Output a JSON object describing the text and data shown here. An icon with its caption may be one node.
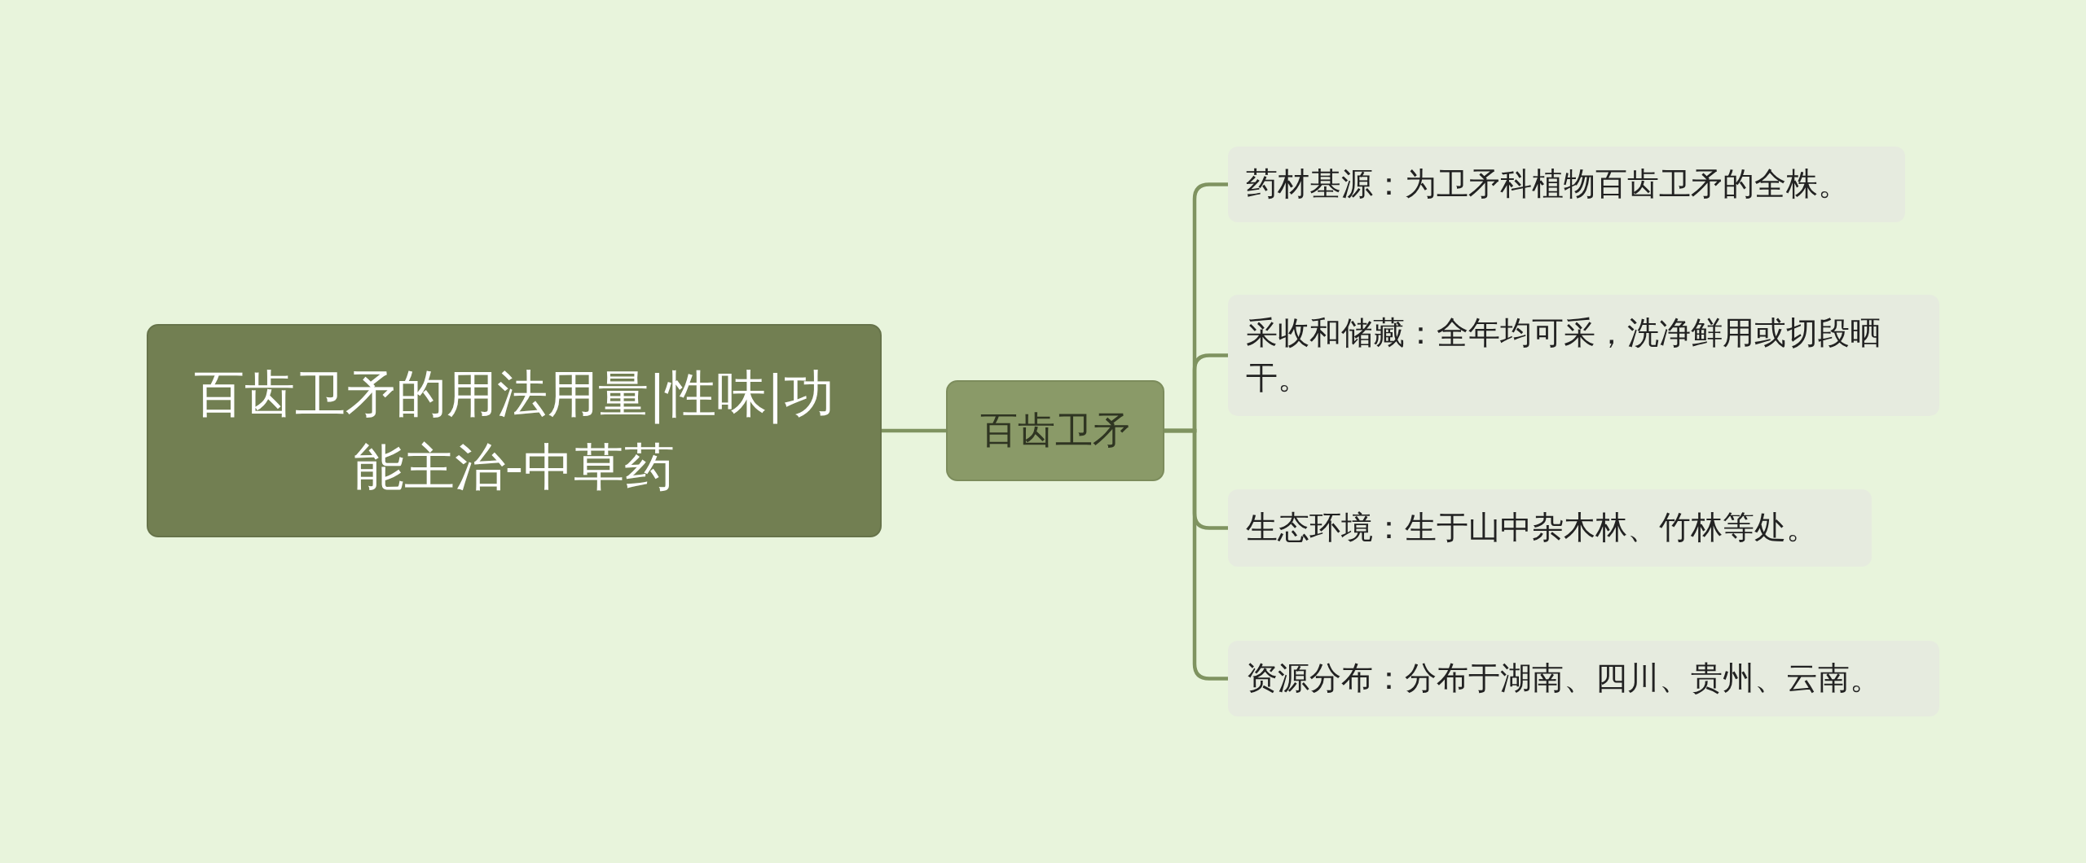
{
  "diagram": {
    "nodes": [
      {
        "text": [
          "百齿卫矛的用法用量|性味|功能主治-中草药"
        ]
      },
      {
        "text": [
          "百齿卫矛"
        ]
      },
      {
        "text": [
          "药材基源：为卫矛科植物百齿卫矛的全株。"
        ]
      },
      {
        "text": [
          "采收和储藏：全年均可采，洗净鲜用或切段晒干。"
        ]
      },
      {
        "text": [
          "生态环境：生于山中杂木林、竹林等处。"
        ]
      },
      {
        "text": [
          "资源分布：分布于湖南、四川、贵州、云南。"
        ]
      }
    ],
    "edges": [
      {
        "from": 0,
        "to": 1,
        "arrow": "none"
      },
      {
        "from": 1,
        "to": 2,
        "arrow": "none"
      },
      {
        "from": 1,
        "to": 3,
        "arrow": "none"
      },
      {
        "from": 1,
        "to": 4,
        "arrow": "none"
      },
      {
        "from": 1,
        "to": 5,
        "arrow": "none"
      }
    ]
  }
}
